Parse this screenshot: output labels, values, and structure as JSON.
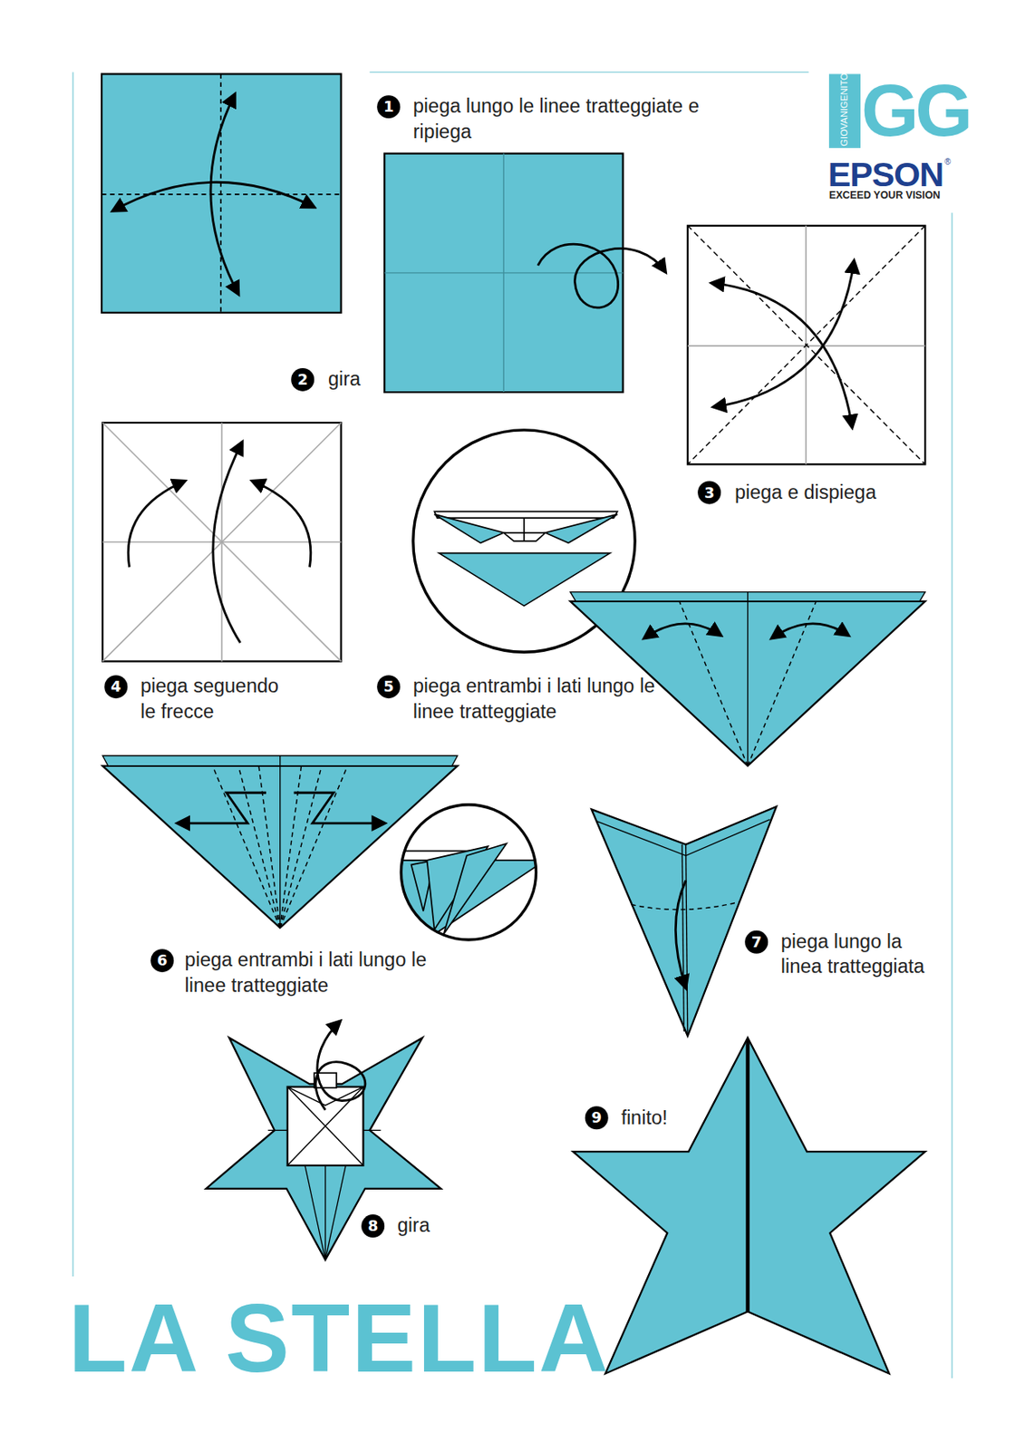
{
  "diagram": {
    "title": "LA STELLA",
    "labels": [
      "GIOVANIGENITORI.IT",
      "GG",
      "EPSON",
      "®",
      "EXCEED YOUR VISION",
      "1",
      "piega lungo le linee tratteggiate e ripiega",
      "2",
      "gira",
      "3",
      "piega e dispiega",
      "4",
      "piega seguendo le frecce",
      "5",
      "piega entrambi i lati lungo le linee tratteggiate",
      "6",
      "piega entrambi i lati lungo le linee tratteggiate",
      "7",
      "piega lungo la linea tratteggiata",
      "8",
      "gira",
      "9",
      "finito!"
    ]
  }
}
